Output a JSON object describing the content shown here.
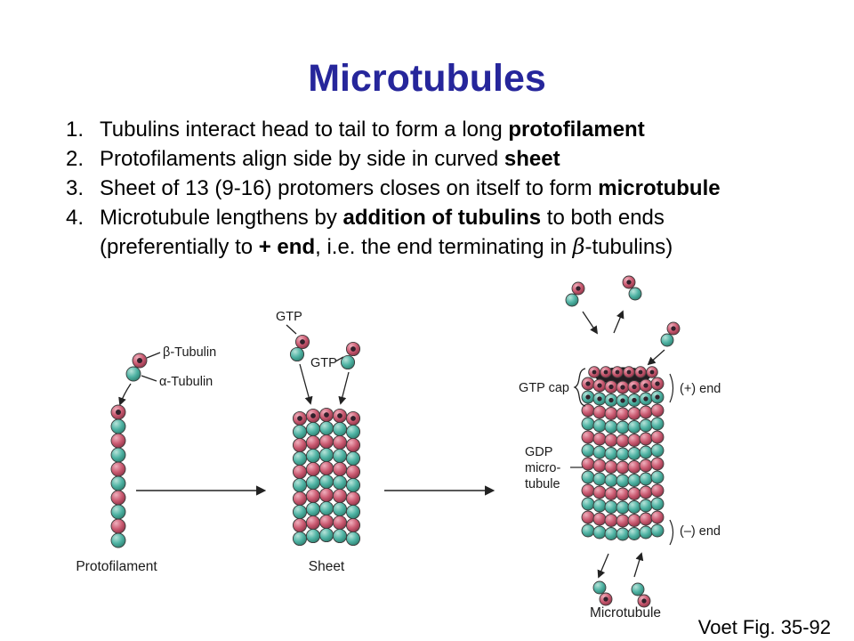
{
  "slide": {
    "title": "Microtubules",
    "title_color": "#26269b",
    "caption": "Voet Fig. 35-92",
    "list": [
      {
        "number": "1.",
        "lines": [
          [
            {
              "t": "Tubulins interact head to tail to form a long "
            },
            {
              "t": "protofilament",
              "b": true
            }
          ]
        ]
      },
      {
        "number": "2.",
        "lines": [
          [
            {
              "t": "Protofilaments align side by side in curved "
            },
            {
              "t": "sheet",
              "b": true
            }
          ]
        ]
      },
      {
        "number": "3.",
        "lines": [
          [
            {
              "t": "Sheet of 13 (9-16) protomers closes on itself to form "
            },
            {
              "t": "microtubule",
              "b": true
            }
          ]
        ]
      },
      {
        "number": "4.",
        "lines": [
          [
            {
              "t": "Microtubule lengthens by "
            },
            {
              "t": "addition of tubulins",
              "b": true
            },
            {
              "t": " to both ends"
            }
          ],
          [
            {
              "t": "(preferentially to "
            },
            {
              "t": "+ end",
              "b": true
            },
            {
              "t": ", i.e. the end terminating in "
            },
            {
              "t": "β",
              "sym": true
            },
            {
              "t": "-tubulins)"
            }
          ]
        ]
      }
    ]
  },
  "figure": {
    "labels": {
      "beta_tubulin": "β-Tubulin",
      "alpha_tubulin": "α-Tubulin",
      "gtp_1": "GTP",
      "gtp_2": "GTP",
      "gtp_cap": "GTP cap",
      "plus_end": "(+) end",
      "minus_end": "(–) end",
      "gdp_lines": [
        "GDP",
        "micro-",
        "tubule"
      ],
      "protofilament": "Protofilament",
      "sheet": "Sheet",
      "microtubule": "Microtubule"
    },
    "colors": {
      "alpha": "#4fb3a4",
      "alpha_light": "#b7e3d9",
      "alpha_dark": "#2e8070",
      "beta": "#cb5b72",
      "beta_light": "#efb0bd",
      "beta_dark": "#8e3448",
      "dot": "#31212b",
      "ink": "#222222"
    }
  }
}
